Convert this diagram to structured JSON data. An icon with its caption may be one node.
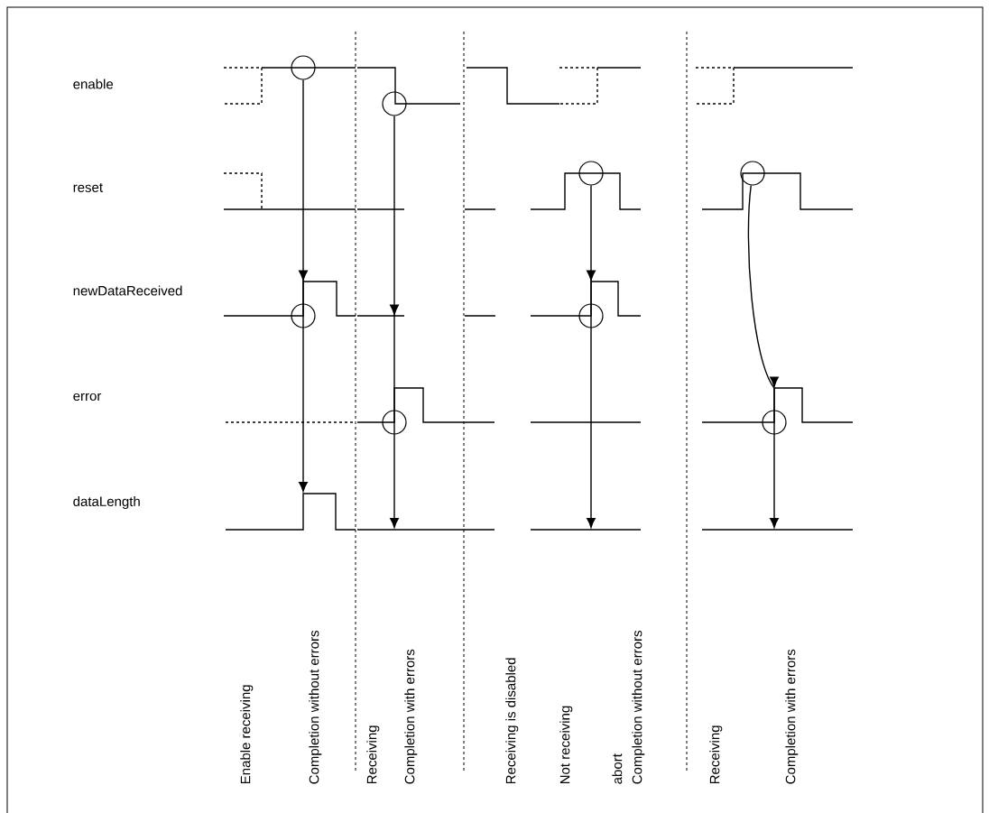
{
  "diagram": {
    "nodes": [
      {
        "text": [],
        "shape": "circle"
      },
      {
        "text": [],
        "shape": "circle"
      },
      {
        "text": [],
        "shape": "circle"
      },
      {
        "text": [],
        "shape": "circle"
      },
      {
        "text": [],
        "shape": "circle"
      },
      {
        "text": [],
        "shape": "circle"
      },
      {
        "text": [],
        "shape": "circle"
      },
      {
        "text": [],
        "shape": "circle"
      }
    ],
    "edges": [
      {
        "from": 0,
        "to": null,
        "arrow": "to"
      },
      {
        "from": 1,
        "to": null,
        "arrow": "to"
      },
      {
        "from": 2,
        "to": null,
        "arrow": "to"
      },
      {
        "from": 3,
        "to": null,
        "arrow": "to"
      }
    ],
    "labels": [
      "enable",
      "reset",
      "newDataReceived",
      "error",
      "dataLength",
      "Enable receiving",
      "Completion without errors",
      "Receiving",
      "Completion with errors",
      "Receiving is disabled",
      "Not receiving",
      "abort",
      "Completion without errors",
      "Receiving",
      "Completion with errors"
    ]
  }
}
